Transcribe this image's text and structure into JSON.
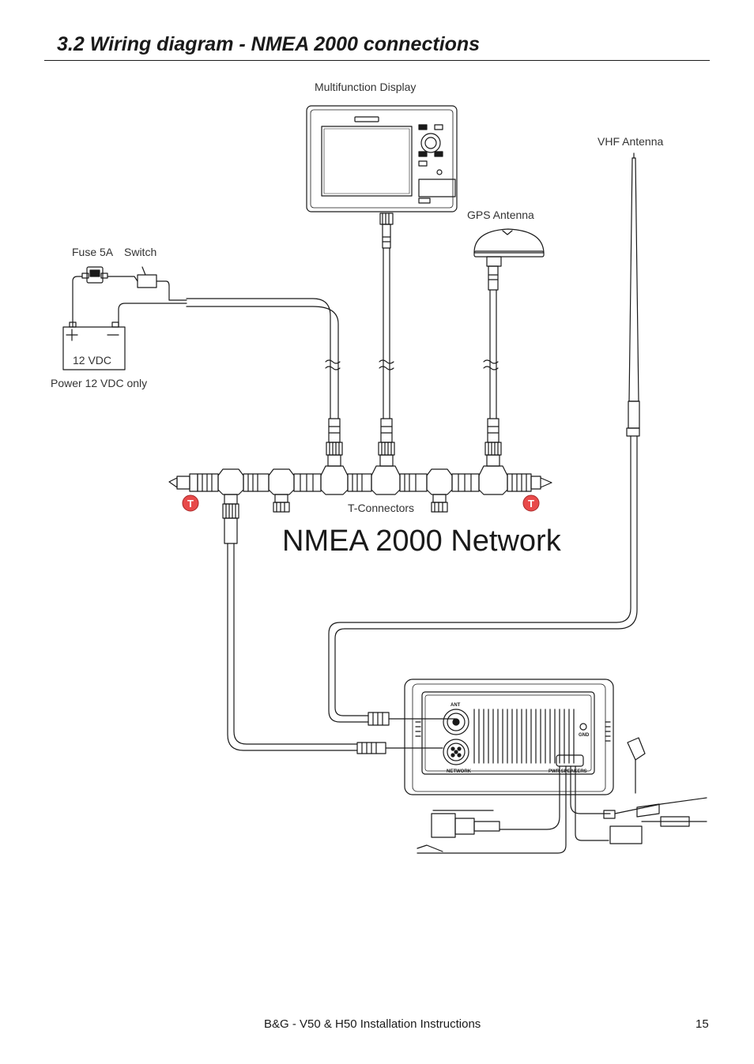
{
  "section": {
    "heading": "3.2 Wiring diagram - NMEA 2000 connections"
  },
  "labels": {
    "multifunction_display": "Multifunction Display",
    "vhf_antenna": "VHF Antenna",
    "gps_antenna": "GPS Antenna",
    "fuse": "Fuse 5A",
    "switch": "Switch",
    "battery": "12 VDC",
    "power_note": "Power 12 VDC only",
    "t_connectors": "T-Connectors",
    "network_title": "NMEA 2000 Network",
    "terminator_mark": "T",
    "radio_ant_port": "ANT",
    "radio_gnd_port": "GND",
    "radio_network_port": "NETWORK",
    "radio_speakers_port": "PWR SPEAKERS"
  },
  "footer": {
    "manual_title": "B&G - V50 & H50 Installation Instructions",
    "page_number": "15"
  },
  "colors": {
    "ink": "#1a1a1a",
    "terminator": "#e84a4a"
  }
}
